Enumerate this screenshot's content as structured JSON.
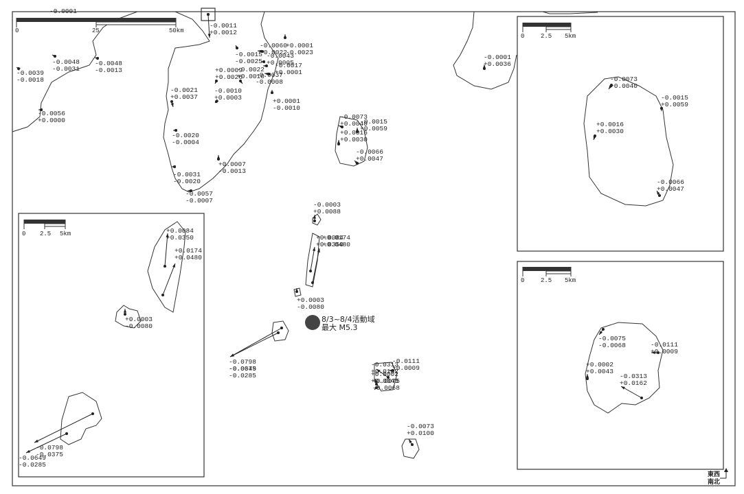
{
  "map": {
    "main_scale": {
      "ticks": [
        "0",
        "25",
        "50km"
      ]
    },
    "inset_scale_ticks": [
      "0",
      "2.5",
      "5km"
    ],
    "earthquake": {
      "line1": "8/3~8/4活動域",
      "line2": "最大 M5.3"
    },
    "legend": {
      "ew": "東西",
      "ns": "南北"
    },
    "top_cut_label": "-0.0001",
    "stations_main": [
      {
        "e": "-0.0011",
        "n": "+0.0012"
      },
      {
        "e": "-0.0039",
        "n": "-0.0018"
      },
      {
        "e": "-0.0048",
        "n": "-0.0031"
      },
      {
        "e": "-0.0048",
        "n": "-0.0013"
      },
      {
        "e": "-0.0056",
        "n": "+0.0000"
      },
      {
        "e": "-0.0021",
        "n": "+0.0037"
      },
      {
        "e": "-0.0020",
        "n": "-0.0004"
      },
      {
        "e": "-0.0031",
        "n": "-0.0020"
      },
      {
        "e": "-0.0057",
        "n": "-0.0007"
      },
      {
        "e": "+0.0007",
        "n": "-0.0013"
      },
      {
        "e": "-0.0015",
        "n": "-0.0025"
      },
      {
        "e": "+0.0009",
        "n": "+0.0026"
      },
      {
        "e": "-0.0010",
        "n": "+0.0003"
      },
      {
        "e": "-0.0022",
        "n": "+0.0010"
      },
      {
        "e": "-0.0037",
        "n": "-0.0008"
      },
      {
        "e": "-0.0060",
        "n": "-0.0022"
      },
      {
        "e": "+0.0001",
        "n": "-0.0023"
      },
      {
        "e": "-0.0043",
        "n": "+0.0005"
      },
      {
        "e": "-0.0017",
        "n": "+0.0001"
      },
      {
        "e": "+0.0001",
        "n": "-0.0010"
      },
      {
        "e": "-0.0001",
        "n": "+0.0036"
      },
      {
        "e": "-0.0073",
        "n": "+0.0040"
      },
      {
        "e": "-0.0015",
        "n": "+0.0059"
      },
      {
        "e": "+0.0016",
        "n": "+0.0030"
      },
      {
        "e": "-0.0066",
        "n": "+0.0047"
      },
      {
        "e": "-0.0003",
        "n": "+0.0088"
      },
      {
        "e": "+0.0084",
        "n": "+0.0350"
      },
      {
        "e": "+0.0174",
        "n": "+0.0480"
      },
      {
        "e": "+0.0003",
        "n": "-0.0080"
      },
      {
        "e": "-0.0798",
        "n": "-0.0375"
      },
      {
        "e": "-0.0649",
        "n": "-0.0285"
      },
      {
        "e": "-0.0313",
        "n": "+0.0162"
      },
      {
        "e": "-0.0111",
        "n": "+0.0009"
      },
      {
        "e": "+0.0002",
        "n": "+0.0043"
      },
      {
        "e": "-0.0075",
        "n": "-0.0068"
      },
      {
        "e": "-0.0073",
        "n": "+0.0100"
      }
    ],
    "inset_top_right": [
      {
        "e": "-0.0073",
        "n": "+0.0040"
      },
      {
        "e": "-0.0015",
        "n": "+0.0059"
      },
      {
        "e": "+0.0016",
        "n": "+0.0030"
      },
      {
        "e": "-0.0066",
        "n": "+0.0047"
      }
    ],
    "inset_left": [
      {
        "e": "+0.0084",
        "n": "+0.0350"
      },
      {
        "e": "+0.0174",
        "n": "+0.0480"
      },
      {
        "e": "+0.0003",
        "n": "-0.0080"
      },
      {
        "e": "-0.0798",
        "n": "-0.0375"
      },
      {
        "e": "-0.0649",
        "n": "-0.0285"
      }
    ],
    "inset_bottom_right": [
      {
        "e": "-0.0075",
        "n": "-0.0068"
      },
      {
        "e": "-0.0111",
        "n": "+0.0009"
      },
      {
        "e": "+0.0002",
        "n": "+0.0043"
      },
      {
        "e": "-0.0313",
        "n": "+0.0162"
      }
    ]
  }
}
